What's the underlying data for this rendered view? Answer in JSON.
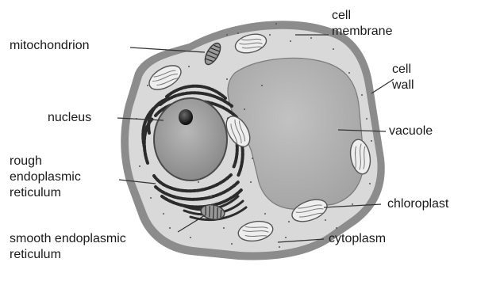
{
  "labels": {
    "cell_membrane": [
      "cell",
      "membrane"
    ],
    "mitochondrion": "mitochondrion",
    "cell_wall": [
      "cell",
      "wall"
    ],
    "nucleus": "nucleus",
    "vacuole": "vacuole",
    "rough_er": [
      "rough",
      "endoplasmic",
      "reticulum"
    ],
    "chloroplast": "chloroplast",
    "smooth_er": [
      "smooth endoplasmic",
      "reticulum"
    ],
    "cytoplasm": "cytoplasm"
  },
  "colors": {
    "cell_wall": "#8c8c8c",
    "cytoplasm": "#d9d9d9",
    "vacuole": "#b3b3b3",
    "nucleus": "#9f9f9f",
    "nucleolus": "#1e1e1e",
    "er": "#2b2b2b",
    "leader_line": "#333333"
  }
}
